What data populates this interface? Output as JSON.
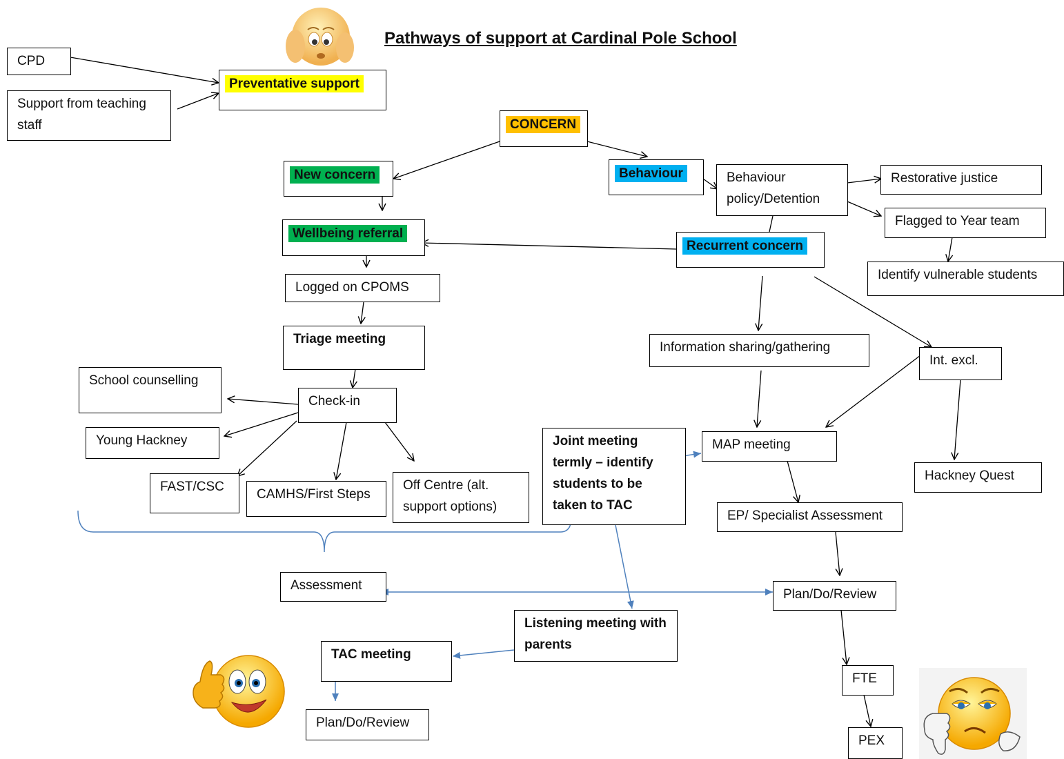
{
  "title": "Pathways of support at Cardinal Pole School",
  "colors": {
    "yellow": "#ffff00",
    "orange": "#ffc000",
    "green": "#00b050",
    "blue": "#00b0f0",
    "connector_blue": "#4f81bd",
    "emoji_face": "#ffcc22"
  },
  "nodes": {
    "cpd": "CPD",
    "teaching_support": "Support from teaching staff",
    "preventative": "Preventative support",
    "concern": "CONCERN",
    "new_concern": "New concern",
    "behaviour": "Behaviour",
    "behaviour_policy": "Behaviour policy/Detention",
    "restorative": "Restorative justice",
    "flagged": "Flagged to Year team",
    "identify_vulnerable": "Identify vulnerable students",
    "wellbeing": "Wellbeing referral",
    "recurrent": "Recurrent concern",
    "cpoms": "Logged on CPOMS",
    "triage": "Triage meeting",
    "info_sharing": "Information sharing/gathering",
    "int_excl": "Int. excl.",
    "school_counselling": "School counselling",
    "check_in": "Check-in",
    "young_hackney": "Young Hackney",
    "fast_csc": "FAST/CSC",
    "camhs": "CAMHS/First Steps",
    "off_centre": "Off Centre (alt. support options)",
    "joint_meeting": "Joint meeting termly – identify students to be taken to TAC",
    "map_meeting": "MAP meeting",
    "hackney_quest": "Hackney Quest",
    "ep_assessment": "EP/ Specialist Assessment",
    "assessment": "Assessment",
    "plan_do_review_right": "Plan/Do/Review",
    "listening_meeting": "Listening meeting with parents",
    "tac_meeting": "TAC meeting",
    "fte": "FTE",
    "plan_do_review_left": "Plan/Do/Review",
    "pex": "PEX"
  },
  "icons": [
    "worried-face-emoji-icon",
    "thumbs-up-face-emoji-icon",
    "thumbs-down-face-emoji-icon"
  ]
}
